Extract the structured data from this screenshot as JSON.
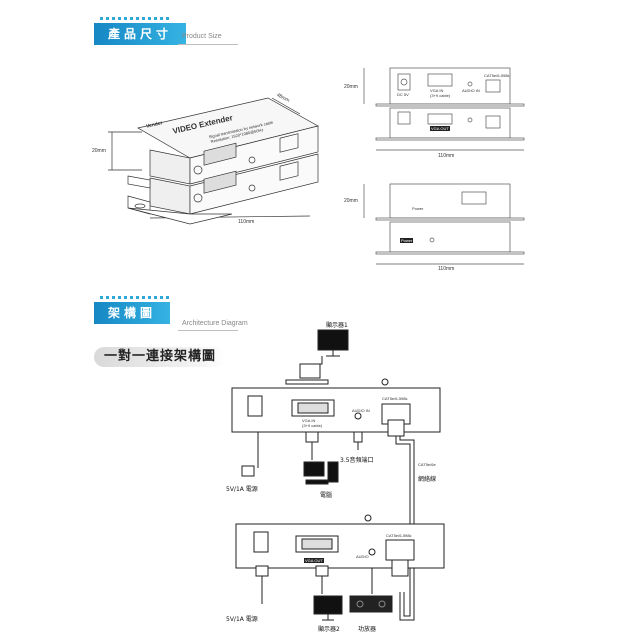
{
  "size_section": {
    "title": "產品尺寸",
    "subtitle": "Product Size"
  },
  "arch_section": {
    "title": "架構圖",
    "subtitle": "Architecture Diagram"
  },
  "diagram_heading": "一對一連接架構圖",
  "iso": {
    "brand": "Vender",
    "product": "VIDEO Extender",
    "tagline": "Signal transmission by network cable",
    "resolution": "Resolution: 1920*1080@60Hz",
    "dim_width": "110mm",
    "dim_depth": "48mm",
    "dim_height": "20mm"
  },
  "front_views": {
    "dc": "DC 5V",
    "vga_in": "VGA IN",
    "vga_sub": "(3+9 cable)",
    "audio_in": "AUDIO IN",
    "cat": "CAT5e/6-598k",
    "vga_out": "VGA OUT",
    "dim_height": "20mm",
    "dim_width": "110mm"
  },
  "back_views": {
    "power": "Power",
    "dim_height": "20mm",
    "dim_width": "110mm"
  },
  "arch": {
    "monitor1": "顯示器1",
    "vga_in": "VGA IN",
    "vga_sub": "(3+9 cable)",
    "audio_in": "AUDIO IN",
    "cat": "CAT5e/6-598k",
    "audio_port": "3.5音頻端口",
    "power": "5V/1A 電源",
    "computer": "電腦",
    "cable": "網絡線",
    "cable_type": "CAT5e/6e",
    "vga_out": "VGA OUT",
    "audio_out": "AUDIO",
    "monitor2": "顯示器2",
    "amplifier": "功放器",
    "power2": "5V/1A 電源"
  }
}
